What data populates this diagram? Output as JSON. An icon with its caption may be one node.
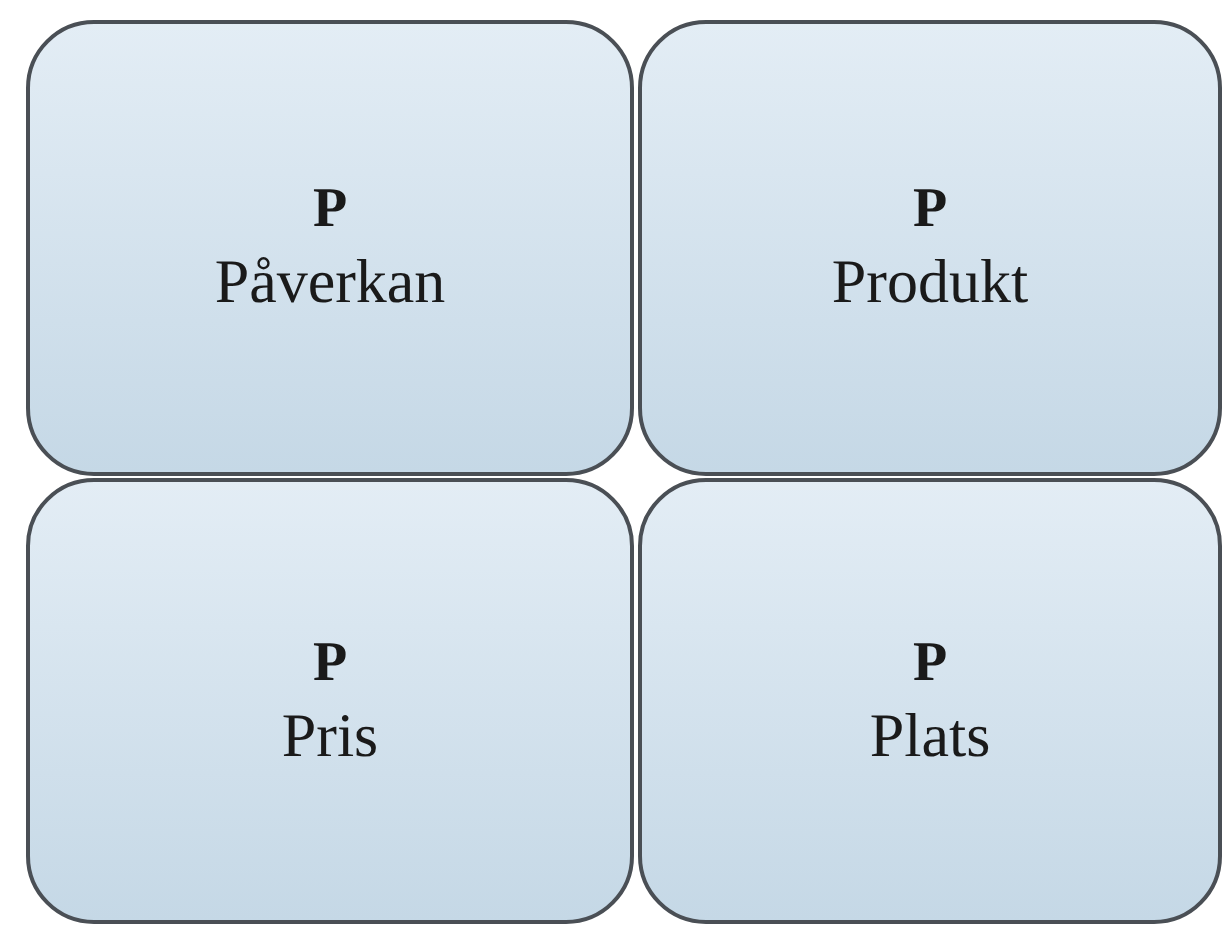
{
  "diagram": {
    "nodes": [
      {
        "text": [
          "P",
          "Påverkan"
        ]
      },
      {
        "text": [
          "P",
          "Produkt"
        ]
      },
      {
        "text": [
          "P",
          "Pris"
        ]
      },
      {
        "text": [
          "P",
          "Plats"
        ]
      }
    ]
  }
}
